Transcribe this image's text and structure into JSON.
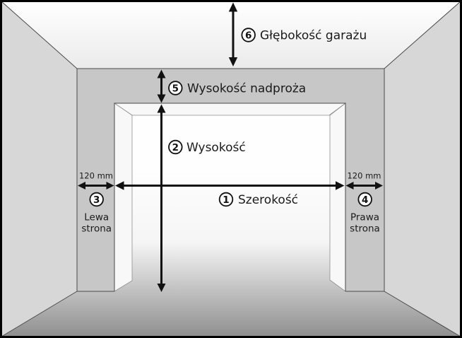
{
  "diagram": {
    "type": "garage-door-measurement-guide",
    "language": "pl",
    "measurements": [
      {
        "num": "1",
        "label": "Szerokość"
      },
      {
        "num": "2",
        "label": "Wysokość"
      },
      {
        "num": "3",
        "label_line1": "Lewa",
        "label_line2": "strona",
        "offset": "120 mm"
      },
      {
        "num": "4",
        "label_line1": "Prawa",
        "label_line2": "strona",
        "offset": "120 mm"
      },
      {
        "num": "5",
        "label": "Wysokość nadproża"
      },
      {
        "num": "6",
        "label": "Głębokość garażu"
      }
    ],
    "colors": {
      "front_wall": "#c7c7c7",
      "side_wall": "#d7d7d7",
      "ceiling_light": "#ffffff",
      "ceiling_shade": "#ebebeb",
      "floor_light": "#ffffff",
      "floor_mid": "#f5f5f5",
      "floor_dark": "#8f8f8f",
      "reveal": "#f8f8f8",
      "edge_line": "#4a4a4a",
      "annotation": "#111111"
    }
  }
}
